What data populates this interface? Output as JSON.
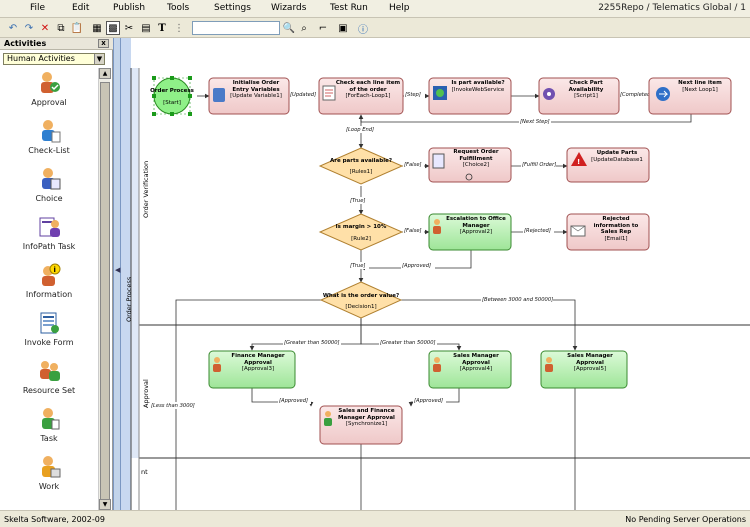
{
  "menu": {
    "items": [
      "File",
      "Edit",
      "Publish",
      "Tools",
      "Settings",
      "Wizards",
      "Test Run",
      "Help"
    ],
    "title": "2255Repo / Telematics Global / 1"
  },
  "sidebar": {
    "title": "Activities",
    "close": "x",
    "category": "Human Activities",
    "items": [
      {
        "label": "Approval",
        "icon": "approval-icon"
      },
      {
        "label": "Check-List",
        "icon": "checklist-icon"
      },
      {
        "label": "Choice",
        "icon": "choice-icon"
      },
      {
        "label": "InfoPath Task",
        "icon": "infopath-task-icon"
      },
      {
        "label": "Information",
        "icon": "information-icon"
      },
      {
        "label": "Invoke Form",
        "icon": "invoke-form-icon"
      },
      {
        "label": "Resource Set",
        "icon": "resource-set-icon"
      },
      {
        "label": "Task",
        "icon": "task-icon"
      },
      {
        "label": "Work",
        "icon": "work-icon"
      }
    ]
  },
  "lanes": {
    "outer": "Order Process",
    "verification": "Order Verification",
    "approval": "Approval",
    "third": "nt"
  },
  "nodes": {
    "start": {
      "title": "Order Process",
      "type": "[Start]"
    },
    "init": {
      "title": "Initialise Order Entry Variables",
      "type": "[Update Variable1]"
    },
    "foreach": {
      "title": "Check each line item of the order",
      "type": "[ForEach-Loop1]"
    },
    "partavail": {
      "title": "Is part available?",
      "type": "[InvokeWebService"
    },
    "checkpart": {
      "title": "Check Part Availability",
      "type": "[Script1]"
    },
    "nextline": {
      "title": "Next line item",
      "type": "[Next Loop1]"
    },
    "rules": {
      "title": "Are parts available?",
      "type": "[Rules1]"
    },
    "reqfulfil": {
      "title": "Request Order Fulfillment",
      "type": "[Choice2]"
    },
    "updparts": {
      "title": "Update Parts",
      "type": "[UpdateDatabase1"
    },
    "margin": {
      "title": "Is margin > 10%",
      "type": "[Rule2]"
    },
    "escalate": {
      "title": "Escalation to Office Manager",
      "type": "[Approval2]"
    },
    "rejected": {
      "title": "Rejected information to Sales Rep",
      "type": "[Email1]"
    },
    "ordervalue": {
      "title": "What is the order value?",
      "type": "[Decision1]"
    },
    "finmgr": {
      "title": "Finance Manager Approval",
      "type": "[Approval3]"
    },
    "salesmgr1": {
      "title": "Sales Manager Approval",
      "type": "[Approval4]"
    },
    "salesmgr2": {
      "title": "Sales Manager Approval",
      "type": "[Approval5]"
    },
    "sync": {
      "title": "Sales and Finance Manager Approval",
      "type": "[Synchronize1]"
    }
  },
  "edges": {
    "updated": "[Updated]",
    "step": "[Step]",
    "completed": "[Completed]",
    "nextstep": "[Next Step]",
    "loopend": "[Loop End]",
    "false1": "[False]",
    "fulfill": "[Fulfill Order]",
    "true1": "[True]",
    "false2": "[False]",
    "rejected": "[Rejected]",
    "true2": "[True]",
    "approved1": "[Approved]",
    "between": "[Between 3000 and 50000]",
    "gt1": "[Greater than 50000]",
    "gt2": "[Greater than 50000]",
    "lessthan": "[Less than 3000]",
    "approved2": "[Approved]",
    "approved3": "[Approved]"
  },
  "status": {
    "left": "Skelta Software, 2002-09",
    "right": "No Pending Server Operations"
  },
  "colors": {
    "task_pink": "#f4d6d6",
    "task_green": "#bff0b8",
    "decision": "#ffe0a8",
    "start": "#8ff088",
    "lane_band": "#c8d8f0"
  }
}
